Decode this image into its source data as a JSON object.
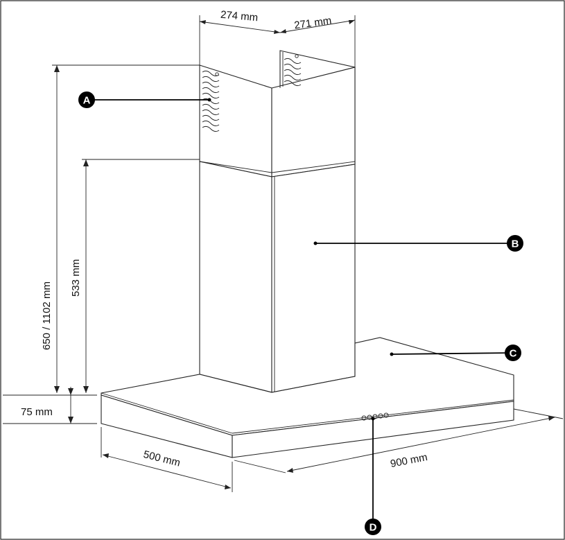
{
  "dimensions": {
    "chimney_width": "274 mm",
    "chimney_depth": "271 mm",
    "total_height": "650 / 1102 mm",
    "lower_chimney_height": "533 mm",
    "canopy_height": "75 mm",
    "canopy_depth": "500 mm",
    "canopy_width": "900 mm"
  },
  "callouts": {
    "a": "A",
    "b": "B",
    "c": "C",
    "d": "D"
  },
  "colors": {
    "line": "#222222",
    "callout_fill": "#000000",
    "background": "#ffffff"
  }
}
